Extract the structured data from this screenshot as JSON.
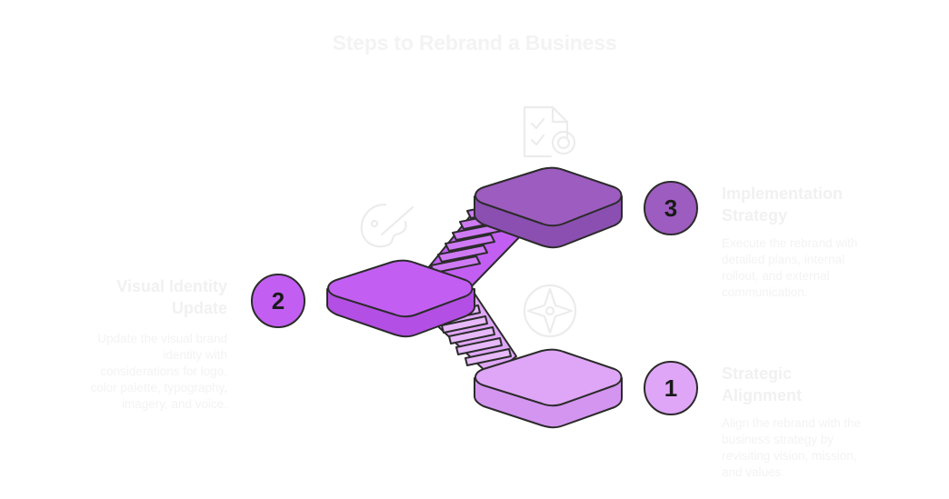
{
  "title": "Steps to Rebrand a Business",
  "steps": [
    {
      "number": "1",
      "title_line1": "Strategic",
      "title_line2": "Alignment",
      "desc_lines": [
        "Align the rebrand with the",
        "business strategy by",
        "revisiting vision, mission,",
        "and values."
      ],
      "icon": "compass-icon",
      "color": "#dfa6f7"
    },
    {
      "number": "2",
      "title_line1": "Visual Identity",
      "title_line2": "Update",
      "desc_lines": [
        "Update the visual brand",
        "identity with",
        "considerations for logo,",
        "color palette, typography,",
        "imagery, and voice."
      ],
      "icon": "palette-brush-icon",
      "color": "#c25ff2"
    },
    {
      "number": "3",
      "title_line1": "Implementation",
      "title_line2": "Strategy",
      "desc_lines": [
        "Execute the rebrand with",
        "detailed plans, internal",
        "rollout, and external",
        "communication."
      ],
      "icon": "checklist-gear-icon",
      "color": "#9d5cbf"
    }
  ],
  "colors": {
    "outline": "#2b2b2b",
    "text_faint": "#f1f1f1",
    "icon_faint": "#ececec"
  }
}
